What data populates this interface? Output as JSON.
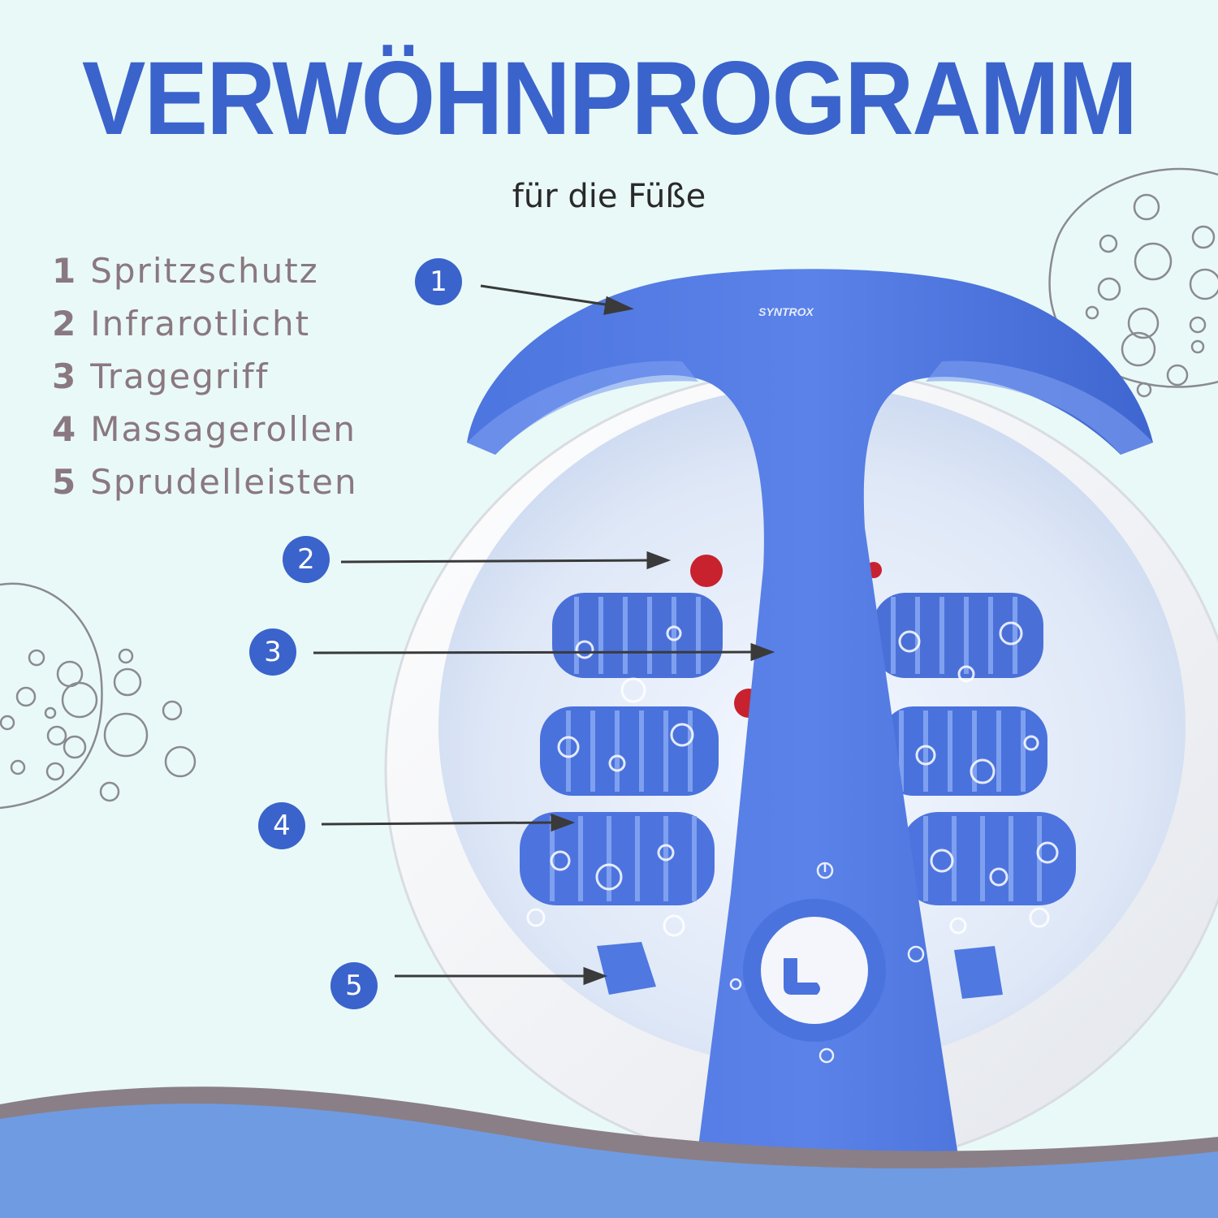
{
  "header": {
    "title": "VERWÖHNPROGRAMM",
    "subtitle": "für die Füße"
  },
  "legend": [
    {
      "number": "1",
      "label": "Spritzschutz"
    },
    {
      "number": "2",
      "label": "Infrarotlicht"
    },
    {
      "number": "3",
      "label": "Tragegriff"
    },
    {
      "number": "4",
      "label": "Massagerollen"
    },
    {
      "number": "5",
      "label": "Sprudelleisten"
    }
  ],
  "callouts": [
    "1",
    "2",
    "3",
    "4",
    "5"
  ],
  "product": {
    "brand": "SYNTROX"
  },
  "colors": {
    "accent": "#3b63cc",
    "background": "#e9f9f7",
    "legend_text": "#8a7880",
    "wave_mauve": "#8a7f86",
    "wave_blue": "#6f9be3"
  }
}
